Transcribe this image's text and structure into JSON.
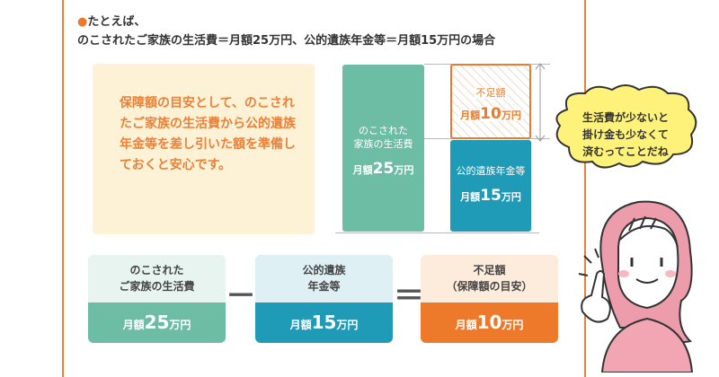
{
  "intro": {
    "line1": "たとえば、",
    "line2": "のこされたご家族の生活費＝月額25万円、公的遺族年金等＝月額15万円の場合"
  },
  "note": {
    "text": "保障額の目安として、のこされたご家族の生活費から公的遺族年金等を差し引いた額を準備しておくと安心です。"
  },
  "bars": {
    "living": {
      "label_1": "のこされた",
      "label_2": "家族の生活費",
      "amount_prefix": "月額",
      "amount": "25",
      "amount_suffix": "万円"
    },
    "shortfall": {
      "label": "不足額",
      "amount_prefix": "月額",
      "amount": "10",
      "amount_suffix": "万円"
    },
    "pension": {
      "label": "公的遺族年金等",
      "amount_prefix": "月額",
      "amount": "15",
      "amount_suffix": "万円"
    }
  },
  "speech": {
    "line1": "生活費が少ないと",
    "line2": "掛け金も少なくて",
    "line3": "済むってことだね"
  },
  "formula": {
    "living": {
      "line1": "のこされた",
      "line2": "ご家族の生活費",
      "amount_prefix": "月額",
      "amount": "25",
      "amount_suffix": "万円"
    },
    "minus": "－",
    "pension": {
      "line1": "公的遺族",
      "line2": "年金等",
      "amount_prefix": "月額",
      "amount": "15",
      "amount_suffix": "万円"
    },
    "equals": "＝",
    "shortfall": {
      "line1": "不足額",
      "line2": "（保障額の目安）",
      "amount_prefix": "月額",
      "amount": "10",
      "amount_suffix": "万円"
    }
  },
  "colors": {
    "accent_orange": "#ec7a2a",
    "green": "#6cbda3",
    "blue": "#1f9ab7",
    "note_bg": "#fdf1d6",
    "bubble_bg": "#fff27a"
  }
}
